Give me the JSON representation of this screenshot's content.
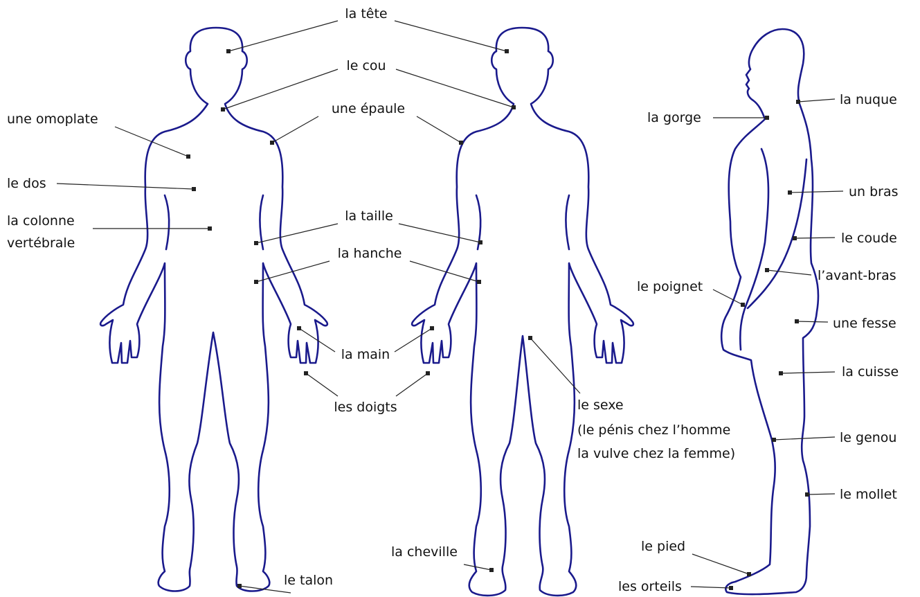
{
  "colors": {
    "outline": "#1a1a8c",
    "leader": "#222222",
    "text": "#111111",
    "background": "#ffffff"
  },
  "labels": {
    "tete": "la tête",
    "cou": "le cou",
    "omoplate": "une omoplate",
    "epaule": "une épaule",
    "dos": "le dos",
    "colonne_1": "la colonne",
    "colonne_2": "vertébrale",
    "taille": "la taille",
    "hanche": "la hanche",
    "main": "la main",
    "doigts": "les doigts",
    "sexe_1": "le sexe",
    "sexe_2": "(le pénis chez l’homme",
    "sexe_3": "la vulve chez la femme)",
    "cheville": "la cheville",
    "talon": "le talon",
    "nuque": "la nuque",
    "gorge": "la gorge",
    "bras": "un bras",
    "coude": "le coude",
    "avant_bras": "l’avant-bras",
    "poignet": "le poignet",
    "fesse": "une fesse",
    "cuisse": "la cuisse",
    "genou": "le genou",
    "mollet": "le mollet",
    "pied": "le pied",
    "orteils": "les orteils"
  }
}
